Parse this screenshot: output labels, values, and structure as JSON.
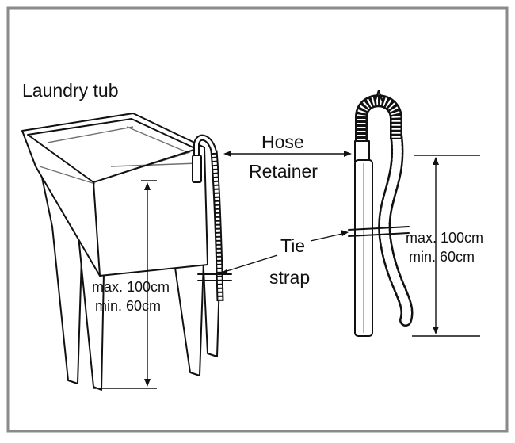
{
  "labels": {
    "laundry_tub": "Laundry tub",
    "hose": "Hose",
    "retainer": "Retainer",
    "tie": "Tie",
    "strap": "strap",
    "left_max": "max. 100cm",
    "left_min": "min. 60cm",
    "right_max": "max. 100cm",
    "right_min": "min. 60cm"
  }
}
